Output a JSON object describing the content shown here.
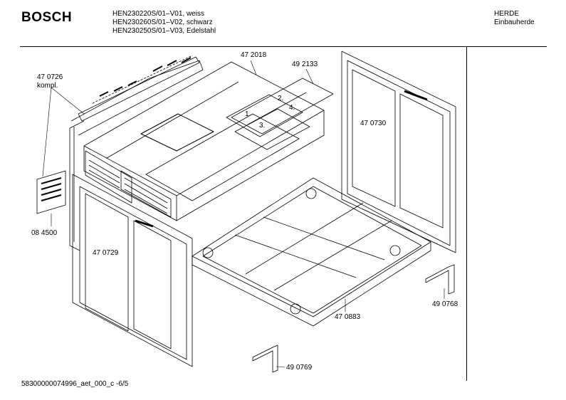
{
  "header": {
    "brand": "BOSCH",
    "models": [
      "HEN230220S/01–V01, weiss",
      "HEN230260S/01–V02, schwarz",
      "HEN230250S/01–V03, Edelstahl"
    ],
    "category": "HERDE",
    "subcategory": "Einbauherde"
  },
  "parts": {
    "p470726": "47 0726",
    "p470726_note": "kompl.",
    "p472018": "47 2018",
    "p492133": "49 2133",
    "p470730": "47 0730",
    "p470729": "47 0729",
    "p084500": "08 4500",
    "p470883": "47 0883",
    "p490768": "49 0768",
    "p490769": "49 0769"
  },
  "label_steps": [
    "1.",
    "2.",
    "3.",
    "4."
  ],
  "footer": {
    "doc_id": "58300000074996_aet_000_c  -6/5"
  }
}
